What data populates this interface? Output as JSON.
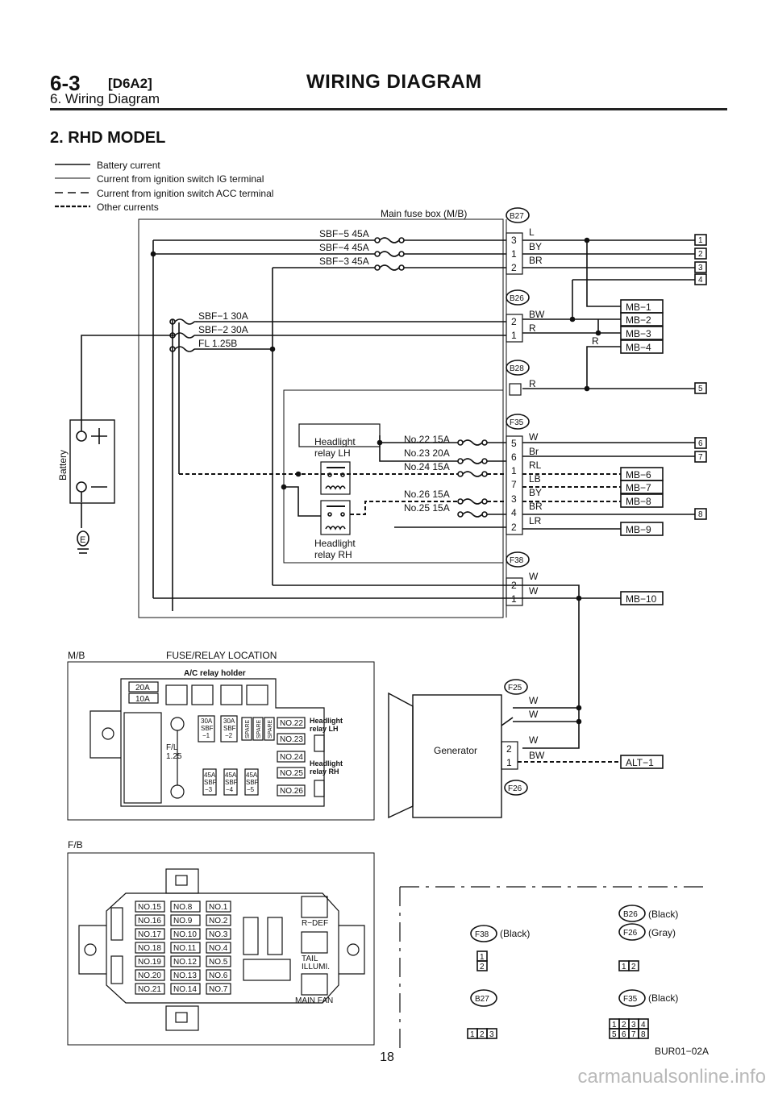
{
  "header": {
    "section_no": "6-3",
    "model_code": "[D6A2]",
    "title": "WIRING DIAGRAM",
    "subtitle": "6. Wiring Diagram"
  },
  "section_title": "2. RHD MODEL",
  "legend": [
    "Battery current",
    "Current from ignition switch IG terminal",
    "Current from ignition switch ACC terminal",
    "Other currents"
  ],
  "main_fuse_box": {
    "title": "Main fuse box (M/B)",
    "top_fuses": [
      "SBF−5 45A",
      "SBF−4 45A",
      "SBF−3 45A"
    ],
    "mid_fuses": [
      "SBF−1 30A",
      "SBF−2 30A",
      "FL 1.25B"
    ],
    "relay_fuses": [
      "No.22 15A",
      "No.23 20A",
      "No.24 15A",
      "No.26 15A",
      "No.25 15A"
    ],
    "relay_lh": [
      "Headlight",
      "relay LH"
    ],
    "relay_rh": [
      "Headlight",
      "relay RH"
    ]
  },
  "battery_label": "Battery",
  "ground_label": "E",
  "connectors": {
    "b27": {
      "id": "B27",
      "pins": [
        "3",
        "1",
        "2"
      ],
      "wires": [
        "L",
        "BY",
        "BR"
      ]
    },
    "b26": {
      "id": "B26",
      "pins": [
        "2",
        "1"
      ],
      "wires": [
        "BW",
        "R"
      ],
      "extra_wire": "R"
    },
    "b28": {
      "id": "B28",
      "wires": [
        "R"
      ]
    },
    "f35": {
      "id": "F35",
      "pins": [
        "5",
        "6",
        "1",
        "7",
        "3",
        "4",
        "2"
      ],
      "wires": [
        "W",
        "Br",
        "RL",
        "LB",
        "BY",
        "BR",
        "LR"
      ]
    },
    "f38": {
      "id": "F38",
      "pins": [
        "2",
        "1"
      ],
      "wires": [
        "W",
        "W"
      ]
    },
    "f25": {
      "id": "F25",
      "wires": [
        "W",
        "W"
      ]
    },
    "f26": {
      "id": "F26",
      "pins": [
        "2",
        "1"
      ],
      "wires": [
        "W",
        "BW"
      ]
    }
  },
  "destinations": {
    "numbered": [
      "1",
      "2",
      "3",
      "4",
      "5",
      "6",
      "7",
      "8"
    ],
    "mb": [
      "MB−1",
      "MB−2",
      "MB−3",
      "MB−4",
      "MB−6",
      "MB−7",
      "MB−8",
      "MB−9",
      "MB−10"
    ],
    "alt": "ALT−1"
  },
  "generator_label": "Generator",
  "mb_location": {
    "label": "M/B",
    "title": "FUSE/RELAY LOCATION",
    "ac_holder": "A/C relay holder",
    "top_fuses": [
      "20A",
      "10A"
    ],
    "sbf_top": [
      [
        "30A",
        "SBF",
        "−1"
      ],
      [
        "30A",
        "SBF",
        "−2"
      ]
    ],
    "spares": [
      "SPARE",
      "SPARE",
      "SPARE"
    ],
    "sbf_bottom": [
      [
        "45A",
        "SBF",
        "−3"
      ],
      [
        "45A",
        "SBF",
        "−4"
      ],
      [
        "45A",
        "SBF",
        "−5"
      ]
    ],
    "fl": [
      "F/L",
      "1.25"
    ],
    "fuses": [
      "NO.22",
      "NO.23",
      "NO.24",
      "NO.25",
      "NO.26"
    ],
    "relay_lh": [
      "Headlight",
      "relay LH"
    ],
    "relay_rh": [
      "Headlight",
      "relay RH"
    ]
  },
  "fb": {
    "label": "F/B",
    "col1": [
      "NO.15",
      "NO.16",
      "NO.17",
      "NO.18",
      "NO.19",
      "NO.20",
      "NO.21"
    ],
    "col2": [
      "NO.8",
      "NO.9",
      "NO.10",
      "NO.11",
      "NO.12",
      "NO.13",
      "NO.14"
    ],
    "col3": [
      "NO.1",
      "NO.2",
      "NO.3",
      "NO.4",
      "NO.5",
      "NO.6",
      "NO.7"
    ],
    "relays": [
      "R−DEF",
      "TAIL",
      "ILLUMI.",
      "MAIN FAN"
    ]
  },
  "connector_views": {
    "b26": "(Black)",
    "f38": "(Black)",
    "f26": "(Gray)",
    "f35": "(Black)",
    "f38_pins": [
      "1",
      "2"
    ],
    "f26_pins": [
      "1",
      "2"
    ],
    "b27_pins": [
      "1",
      "2",
      "3"
    ],
    "f35_pins_top": [
      "1",
      "2",
      "3",
      "4"
    ],
    "f35_pins_bottom": [
      "5",
      "6",
      "7",
      "8"
    ],
    "code": "BUR01−02A"
  },
  "page_number": "18",
  "watermark": "carmanualsonline.info"
}
